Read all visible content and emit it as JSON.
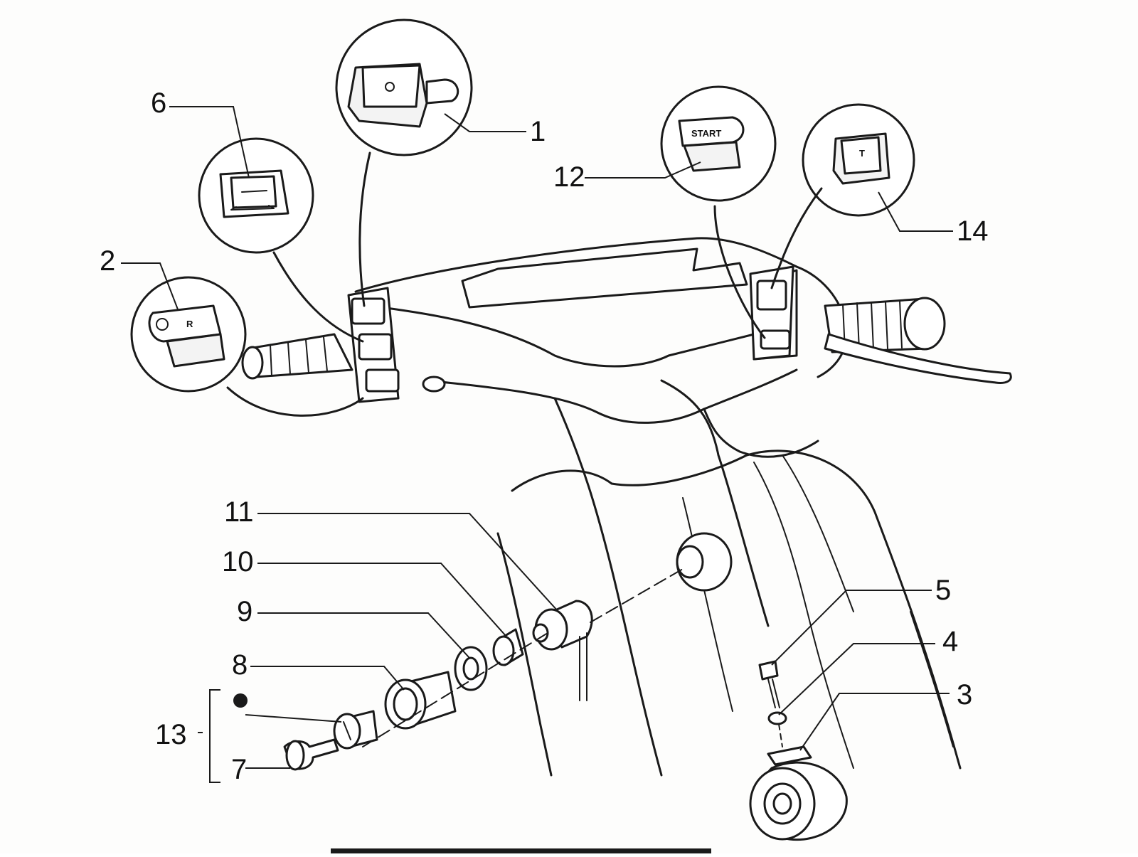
{
  "callouts": {
    "c1": "1",
    "c2": "2",
    "c3": "3",
    "c4": "4",
    "c5": "5",
    "c6": "6",
    "c7": "7",
    "c8": "8",
    "c9": "9",
    "c10": "10",
    "c11": "11",
    "c12": "12",
    "c13": "13",
    "c14": "14"
  },
  "switch_labels": {
    "start": "START",
    "horn_symbol": "R",
    "ignition_symbol": "T"
  },
  "colors": {
    "line": "#1a1a1a",
    "background": "#fdfdfc"
  }
}
